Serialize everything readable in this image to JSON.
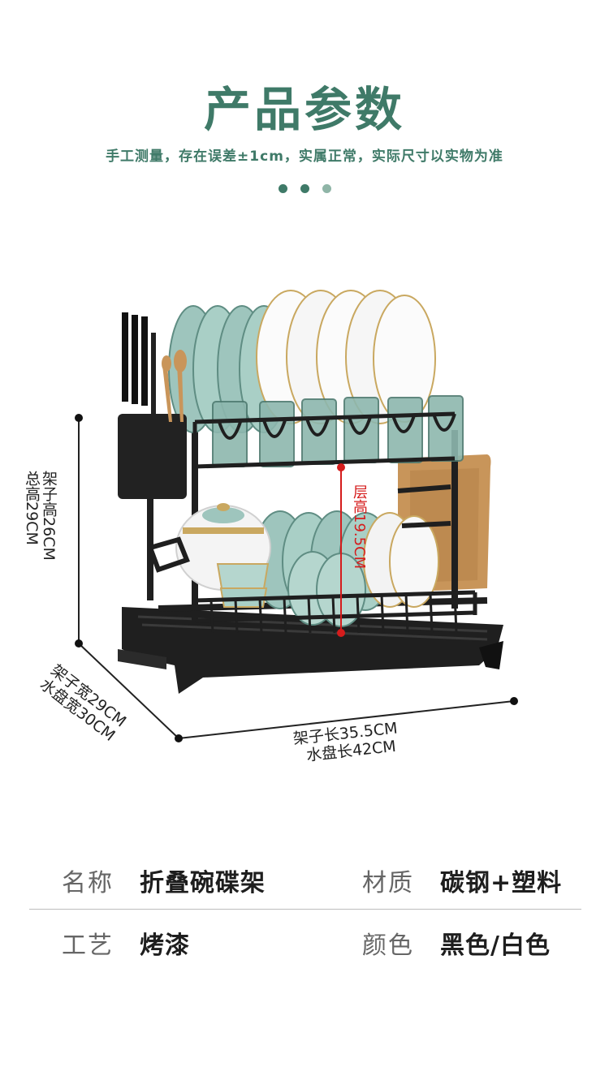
{
  "header": {
    "title": "产品参数",
    "subtitle": "手工测量，存在误差±1cm，实属正常，实际尺寸以实物为准"
  },
  "colors": {
    "accent": "#3f7a68",
    "dot_light": "#8fb5a7",
    "measure_red": "#d51c1c",
    "rack_black": "#1f1f1f"
  },
  "dimensions": {
    "height_line1": "架子高26CM",
    "height_line2": "总高29CM",
    "width_line1": "架子宽29CM",
    "width_line2": "水盘宽30CM",
    "length_line1": "架子长35.5CM",
    "length_line2": "水盘长42CM",
    "layer_height": "层高19.5CM"
  },
  "specs": {
    "name_label": "名称",
    "name_value": "折叠碗碟架",
    "material_label": "材质",
    "material_value": "碳钢+塑料",
    "craft_label": "工艺",
    "craft_value": "烤漆",
    "color_label": "颜色",
    "color_value": "黑色/白色"
  }
}
